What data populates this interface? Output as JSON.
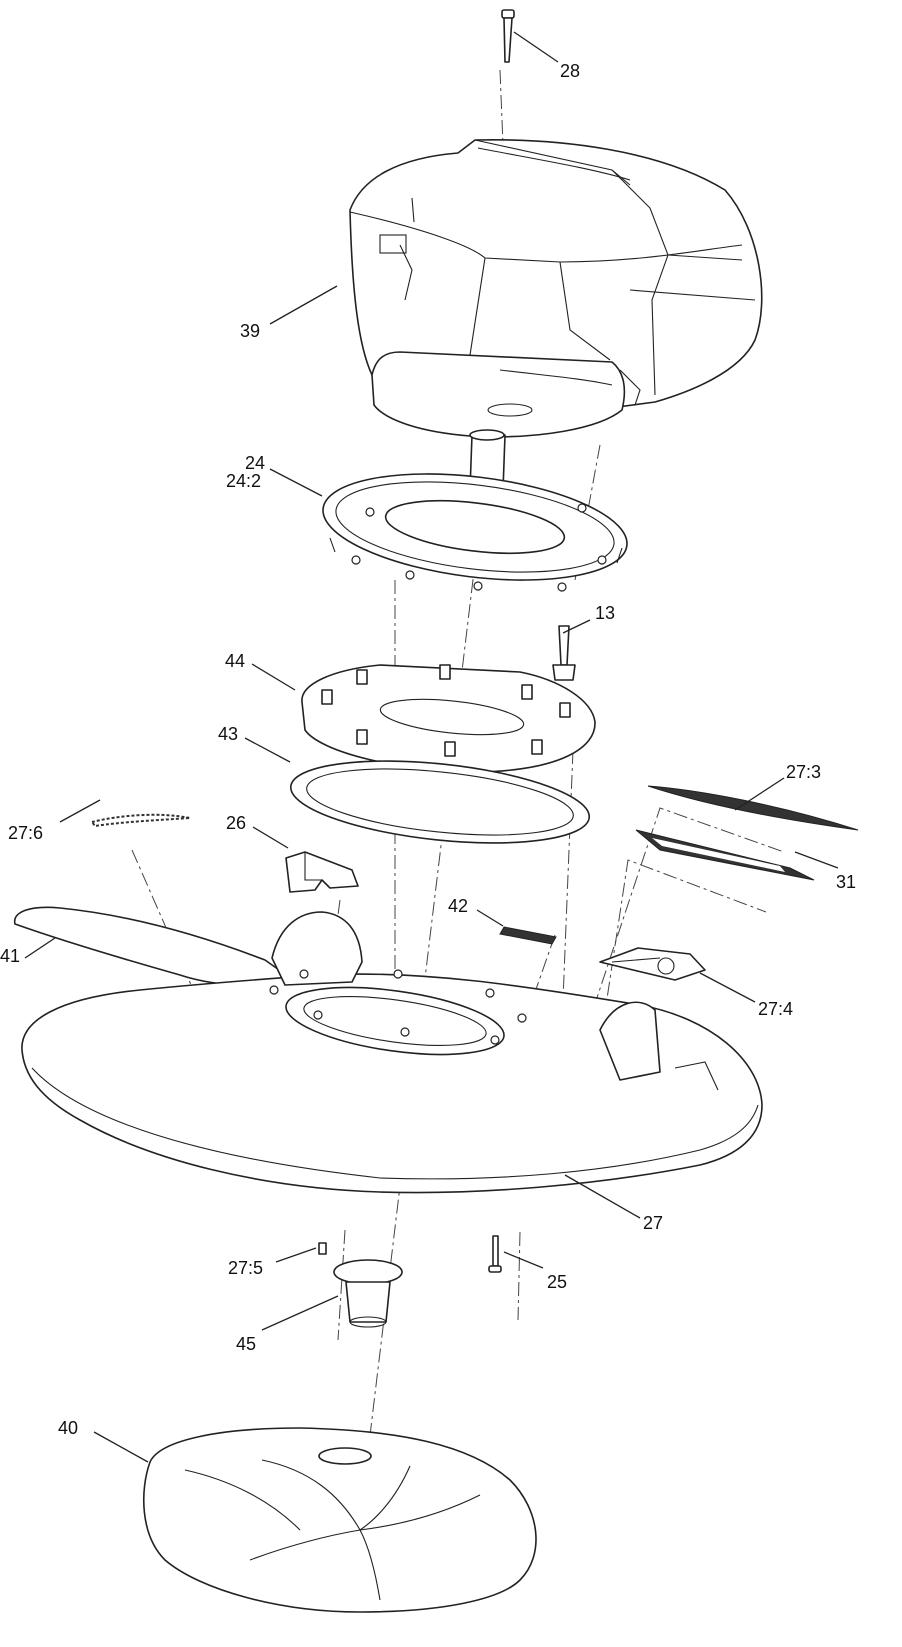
{
  "callouts": [
    {
      "id": "28",
      "text": "28"
    },
    {
      "id": "39",
      "text": "39"
    },
    {
      "id": "24",
      "text": "24"
    },
    {
      "id": "24-2",
      "text": "24:2"
    },
    {
      "id": "13",
      "text": "13"
    },
    {
      "id": "44",
      "text": "44"
    },
    {
      "id": "43",
      "text": "43"
    },
    {
      "id": "27-3",
      "text": "27:3"
    },
    {
      "id": "27-6",
      "text": "27:6"
    },
    {
      "id": "26",
      "text": "26"
    },
    {
      "id": "31",
      "text": "31"
    },
    {
      "id": "42",
      "text": "42"
    },
    {
      "id": "41",
      "text": "41"
    },
    {
      "id": "27-4",
      "text": "27:4"
    },
    {
      "id": "27",
      "text": "27"
    },
    {
      "id": "27-5",
      "text": "27:5"
    },
    {
      "id": "25",
      "text": "25"
    },
    {
      "id": "45",
      "text": "45"
    },
    {
      "id": "40",
      "text": "40"
    }
  ]
}
